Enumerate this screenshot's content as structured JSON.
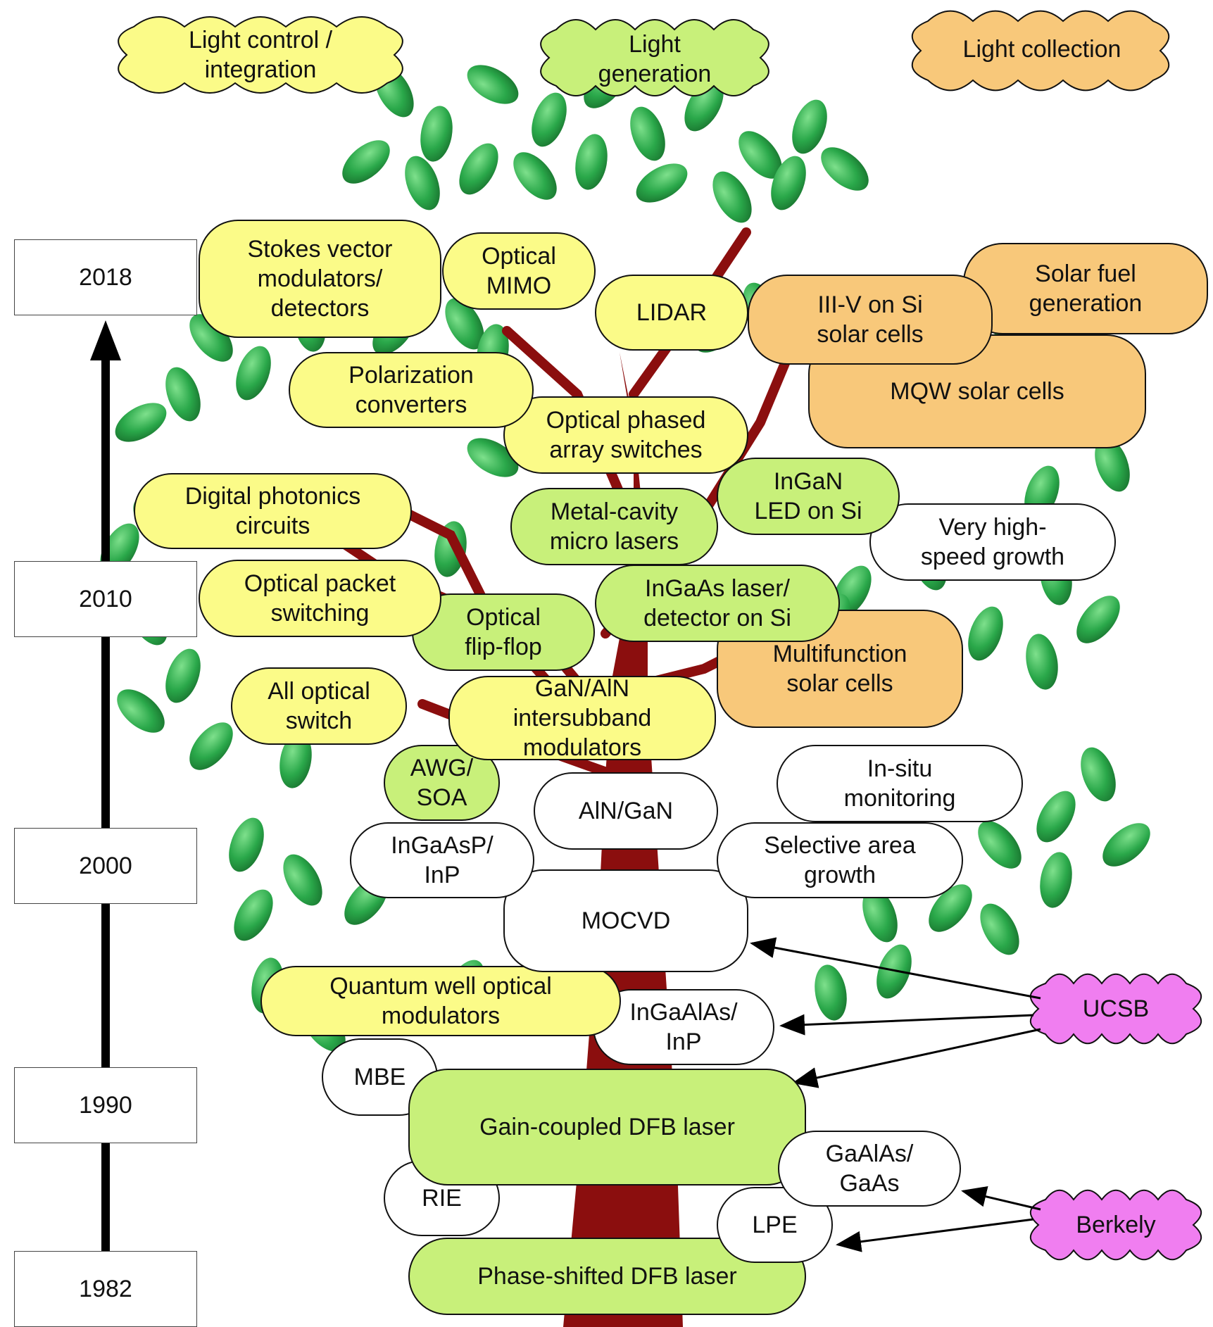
{
  "clouds": {
    "light_control": "Light control /\nintegration",
    "light_generation": "Light\ngeneration",
    "light_collection": "Light collection",
    "ucsb": "UCSB",
    "berkely": "Berkely"
  },
  "timeline": [
    "2018",
    "2010",
    "2000",
    "1990",
    "1982"
  ],
  "nodes": {
    "stokes": "Stokes vector\nmodulators/\ndetectors",
    "optical_mimo": "Optical\nMIMO",
    "lidar": "LIDAR",
    "iii_v_on_si": "III-V on Si\nsolar cells",
    "solar_fuel": "Solar fuel\ngeneration",
    "polarization": "Polarization\nconverters",
    "mqw_solar": "MQW solar cells",
    "phased_array": "Optical phased\narray switches",
    "digital_photonics": "Digital photonics\ncircuits",
    "metal_cavity": "Metal-cavity\nmicro lasers",
    "ingan_led": "InGaN\nLED on Si",
    "high_speed_growth": "Very high-\nspeed growth",
    "optical_packet": "Optical packet\nswitching",
    "optical_flipflop": "Optical\nflip-flop",
    "ingaas_laser": "InGaAs laser/\ndetector on Si",
    "multifunction_solar": "Multifunction\nsolar cells",
    "all_optical": "All optical\nswitch",
    "gan_aln": "GaN/AlN\nintersubband\nmodulators",
    "awg_soa": "AWG/\nSOA",
    "aln_gan": "AlN/GaN",
    "in_situ": "In-situ\nmonitoring",
    "ingaasp": "InGaAsP/\nInP",
    "selective_area": "Selective area\ngrowth",
    "mocvd": "MOCVD",
    "qw_modulators": "Quantum well optical\nmodulators",
    "ingaalas": "InGaAlAs/\nInP",
    "mbe": "MBE",
    "gain_coupled": "Gain-coupled DFB laser",
    "gaalas": "GaAlAs/\nGaAs",
    "rie": "RIE",
    "lpe": "LPE",
    "phase_shifted": "Phase-shifted DFB laser"
  },
  "colors": {
    "light_control": "#fbfb88",
    "light_generation": "#c8f07a",
    "light_collection": "#f8c87a",
    "technology": "#ffffff",
    "institution": "#f07ef0",
    "trunk": "#8b0e0e",
    "leaf": "#2aa84a"
  }
}
